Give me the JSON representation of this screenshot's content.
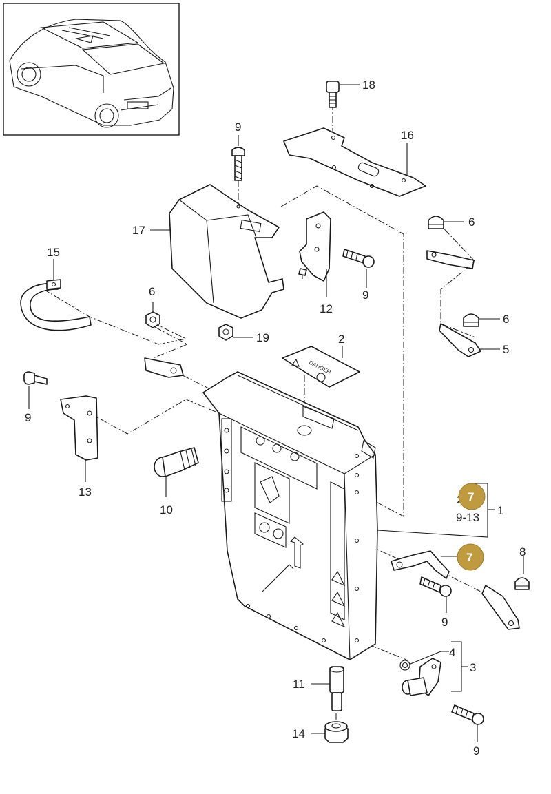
{
  "callouts": {
    "c18": "18",
    "c16": "16",
    "c9_top": "9",
    "c17": "17",
    "c6_mid": "6",
    "c19": "19",
    "c15": "15",
    "c9_screw": "9",
    "c12": "12",
    "c6_right_top": "6",
    "c6_right_mid": "6",
    "c5": "5",
    "c2": "2",
    "c9_left": "9",
    "c13": "13",
    "c10": "10",
    "c2_partial": "2",
    "c9_13": "9-13",
    "c1": "1",
    "c8": "8",
    "c9_bolt": "9",
    "c4": "4",
    "c3": "3",
    "c11": "11",
    "c14": "14",
    "c9_bottom": "9"
  },
  "label_text": {
    "warning": "DANGER"
  },
  "badges": {
    "color": "#bf9a3f",
    "badge_a": "7",
    "badge_b": "7"
  }
}
